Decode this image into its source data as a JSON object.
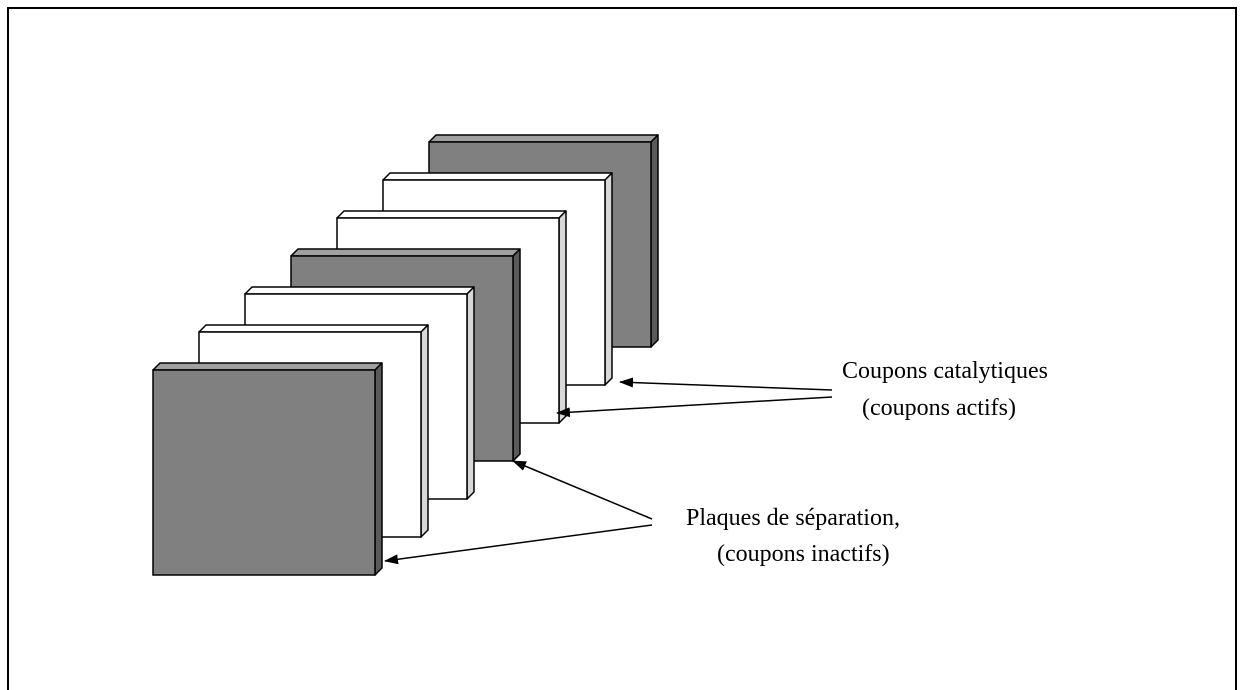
{
  "colors": {
    "inactive_face": "#808080",
    "inactive_edge": "#5a5a5a",
    "inactive_top": "#a0a0a0",
    "active_face": "#ffffff",
    "active_edge": "#d8d8d8",
    "active_top": "#ffffff",
    "outline": "#000000"
  },
  "plates": [
    {
      "kind": "inactive"
    },
    {
      "kind": "active"
    },
    {
      "kind": "active"
    },
    {
      "kind": "inactive"
    },
    {
      "kind": "active"
    },
    {
      "kind": "active"
    },
    {
      "kind": "inactive"
    }
  ],
  "labels": {
    "active": {
      "line1": "Coupons catalytiques",
      "line2": "(coupons actifs)"
    },
    "inactive": {
      "line1": "Plaques de séparation,",
      "line2": "(coupons inactifs)"
    }
  }
}
